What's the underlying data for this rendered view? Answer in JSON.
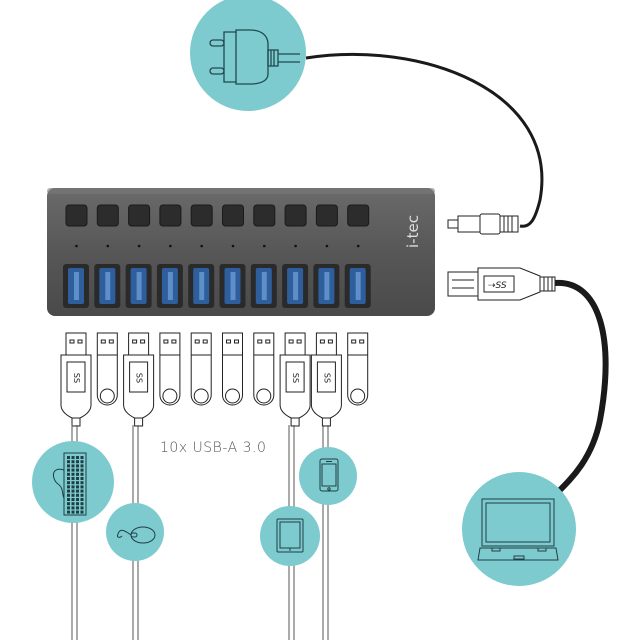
{
  "diagram": {
    "title": "USB hub connection diagram",
    "caption": "10x USB-A 3.0",
    "brand_logo": "i-tec",
    "port_count": 10,
    "colors": {
      "circle_fill": "#7ecbcf",
      "hub_body": "#5c5c5c",
      "port_blue": "#2f5e9c",
      "cable": "#1a1a1a",
      "outline": "#222222"
    },
    "devices": [
      {
        "name": "power-adapter",
        "icon": "plug-icon"
      },
      {
        "name": "keyboard",
        "icon": "keyboard-icon"
      },
      {
        "name": "mouse",
        "icon": "mouse-icon"
      },
      {
        "name": "tablet",
        "icon": "tablet-icon"
      },
      {
        "name": "smartphone",
        "icon": "smartphone-icon"
      },
      {
        "name": "laptop",
        "icon": "laptop-icon"
      }
    ],
    "connectors": {
      "usb_plugs_connected": [
        1,
        3,
        8,
        9
      ],
      "usb_plug_label": "SS"
    }
  }
}
